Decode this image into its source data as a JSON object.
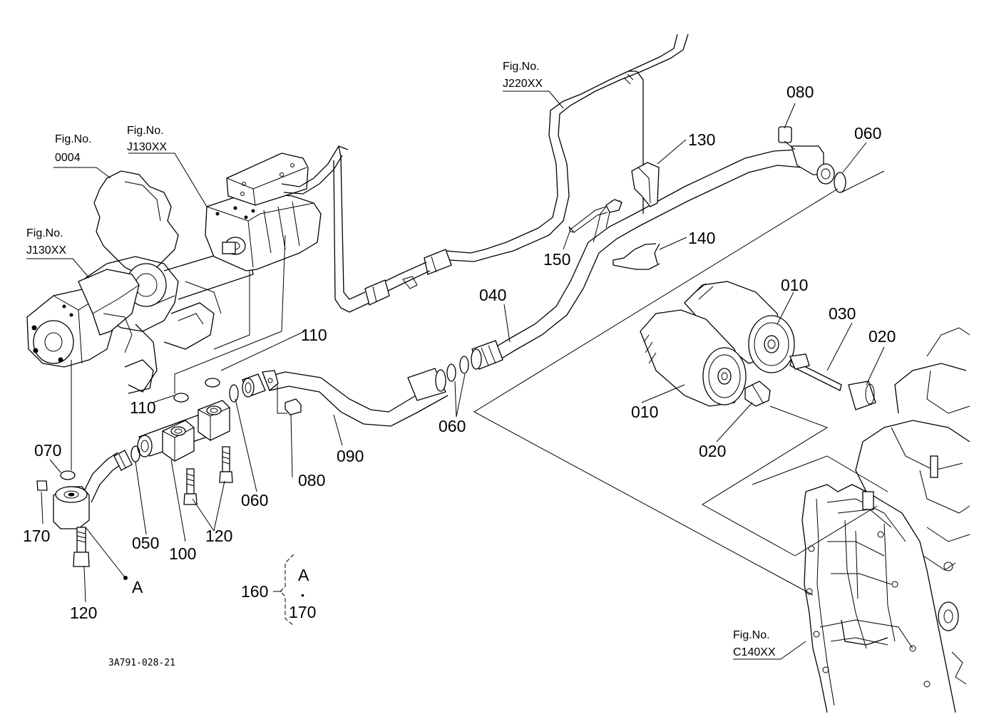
{
  "diagram": {
    "drawing_number": "3A791-028-21",
    "figure_refs": [
      {
        "id": "fig-0004",
        "label": "Fig.No.",
        "code": "0004"
      },
      {
        "id": "fig-j130xx-top",
        "label": "Fig.No.",
        "code": "J130XX"
      },
      {
        "id": "fig-j130xx-left",
        "label": "Fig.No.",
        "code": "J130XX"
      },
      {
        "id": "fig-j220xx",
        "label": "Fig.No.",
        "code": "J220XX"
      },
      {
        "id": "fig-c140xx",
        "label": "Fig.No.",
        "code": "C140XX"
      }
    ],
    "part_labels": {
      "p010a": "010",
      "p010b": "010",
      "p020a": "020",
      "p020b": "020",
      "p030": "030",
      "p040": "040",
      "p050": "050",
      "p060a": "060",
      "p060b": "060",
      "p060c": "060",
      "p070": "070",
      "p080a": "080",
      "p080b": "080",
      "p090": "090",
      "p100": "100",
      "p110a": "110",
      "p110b": "110",
      "p120a": "120",
      "p120b": "120",
      "p130": "130",
      "p140": "140",
      "p150": "150",
      "p160": "160",
      "p170a": "170",
      "p170b": "170"
    },
    "marker_a": "A",
    "legend_a": "A",
    "legend_dot": "•"
  }
}
